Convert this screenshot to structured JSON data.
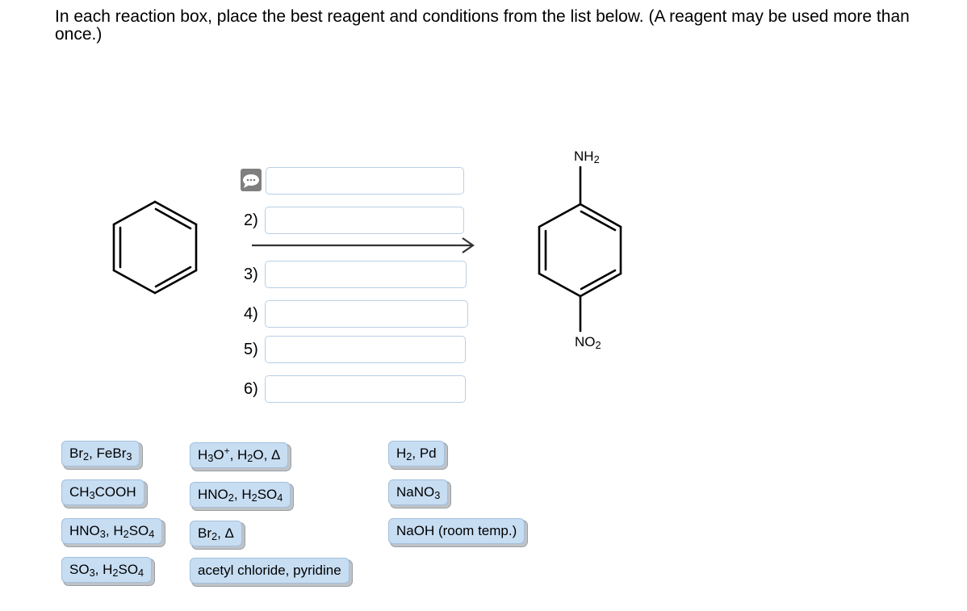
{
  "instructions": "In each reaction box, place the best reagent and conditions from the list below. (A reagent may be used more than once.)",
  "icons": {
    "hint": "speech-bubble-icon"
  },
  "slots": [
    {
      "label": ""
    },
    {
      "label": "2)"
    },
    {
      "label": "3)"
    },
    {
      "label": "4)"
    },
    {
      "label": "5)"
    },
    {
      "label": "6)"
    }
  ],
  "product": {
    "top_group_base": "NH",
    "top_group_sub": "2",
    "bottom_group_base": "NO",
    "bottom_group_sub": "2"
  },
  "reagents": [
    {
      "id": "br2-febr3",
      "parts": [
        [
          "Br",
          ""
        ],
        [
          "2",
          ""
        ],
        [
          ", FeBr",
          ""
        ],
        [
          "3",
          ""
        ]
      ]
    },
    {
      "id": "ch3cooh"
    },
    {
      "id": "hno3-h2so4"
    },
    {
      "id": "so3-h2so4"
    },
    {
      "id": "h3o-h2o-heat"
    },
    {
      "id": "hno2-h2so4"
    },
    {
      "id": "br2-heat"
    },
    {
      "id": "acetyl-chloride-pyridine",
      "text": "acetyl chloride, pyridine"
    },
    {
      "id": "h2-pd"
    },
    {
      "id": "nano3"
    },
    {
      "id": "naoh-room-temp",
      "text": "NaOH (room temp.)"
    }
  ],
  "reagent_text": {
    "br2_febr3": {
      "a": "Br",
      "b": "2",
      "c": ", FeBr",
      "d": "3"
    },
    "ch3cooh": {
      "a": "CH",
      "b": "3",
      "c": "COOH"
    },
    "hno3_h2so4": {
      "a": "HNO",
      "b": "3",
      "c": ", H",
      "d": "2",
      "e": "SO",
      "f": "4"
    },
    "so3_h2so4": {
      "a": "SO",
      "b": "3",
      "c": ", H",
      "d": "2",
      "e": "SO",
      "f": "4"
    },
    "h3o_h2o_heat": {
      "a": "H",
      "b": "3",
      "c": "O",
      "d": "+",
      "e": ", H",
      "f": "2",
      "g": "O, Δ"
    },
    "hno2_h2so4": {
      "a": "HNO",
      "b": "2",
      "c": ", H",
      "d": "2",
      "e": "SO",
      "f": "4"
    },
    "br2_heat": {
      "a": "Br",
      "b": "2",
      "c": ", Δ"
    },
    "acetyl_chloride_pyridine": "acetyl chloride, pyridine",
    "h2_pd": {
      "a": "H",
      "b": "2",
      "c": ", Pd"
    },
    "nano3": {
      "a": "NaNO",
      "b": "3"
    },
    "naoh_room_temp": "NaOH (room temp.)"
  }
}
